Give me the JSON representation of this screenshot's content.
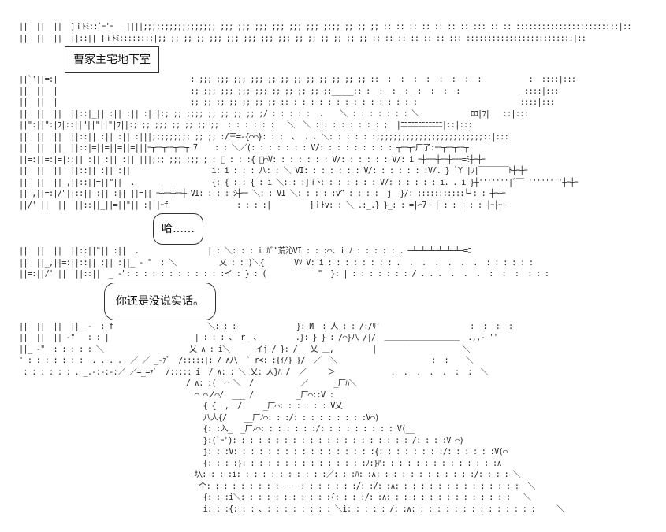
{
  "caption": "曹家主宅地下室",
  "bubble_1": "哈……",
  "bubble_2": "你还是没说实话。",
  "art": {
    "lines": [
      "||  ||  ||  ]ｉﾄﾐ::`ｰ'ｰ  _||||;;;;;;;;;;;;;;;;; ;;; ;;; ;;; ;;; ;;; ;;; ;;;; ;; ;; ;; :: :: :: :: :: :: :: ::: :: :: ::::::::::::::::::::::::|::",
      "||  ||  ||  ||::|| ]ｉﾄﾐ::::::::|;; ;; ;; ;; ;;; ;;; ;;; ;;; ;;; ;; ;; ;; ;; ;; ;; :: :: :: :: :: :: ::: :::::::::::::::::::::::::|::",
      "||`'||=:|                               : ;;; ;;; ;;; ;;; ;; ;; ;; ;; ;; ;; ;; ;; ::  :  :  :  :  :  :  :  :           :  ::::|:::",
      "||  ||  |                               :; ;;; ;;; ;;; ;;; ;; ;; ;; ;; ;;_____:: :  :  :  :  :  :  :  :               ::::|:::",
      "||  ||  |                               ;; ;; ;; ;; ;; ;; ;; :: : : : : : : : : : : : : : : :                        ::::|:::",
      "||  ||  ||  ||::|_|| :|| :|| :|||:; ;; ;;;; ;; ;; ;; ;; ;/ : : : : :  .    ＼ : : : : : : : ＼            ﾛﾛ|ﾌ|   ::|:::",
      "||\":||\":|ﾌ|::||\"||\"||\"|ﾌ||:; ;; ;;; ;; ;; ;; ;;  : : : : : :   ＼  ＼ : : : : : : : : ;  |ﾆﾆﾆﾆﾆﾆﾆﾆﾆﾆﾆﾆ|::|:::",
      "||  ||  ||  ||::|| :|| :|| :|||;;;;;;;;; ;; ;; :/三=-{⌒⌒}: : :  ､  . . ＼: : : : : :;;;;;;;;;;;;;;;;;;;;;;;;;::|:::",
      "||  ||  ||  ||::|=||=||=||=|||ｰ┬ｰｰ┬ｰｰ┬ｰｰ┬ 7    : : ＼／(: : : : : : : V/: : : : : : : : : ┬ｰｰ┬ｰ厂了:ｰｰ┬ｰｰ┬ｰｰ┬",
      "||=:||=:|=|::|| :|| :|| :||_|||;;; ;;; ;;; ; : ﾞ : : :{ ＼⌒V: : : : : : : V/: : : : : : V/: i_ｰ┼ｰｰｰ┼ｰｰ┼ｰｰｰ=ﾐ┼ｰ┼ｰ",
      "||  ||  ||  ||::|| :|| :||                   i: i : : : 八: : ＼ VI: : : : : : : V/: : : : : : :V/. } `Y |ﾌ|￣￣￣￣ﾄ┼ｰ┼ｰ",
      "||  ||  ||_,||::||=||\"||  .                  {: { : : { : i ＼: : :]ｉﾄ: : : : : : : V/: : : : : : i. . i }┼'''''''|ﾞ￣ ''''''''┼ｰ┼ｰ",
      "||_,||=:|/\"||::|| :|| :||_||=|||ｰ┼ｰｰ┼ｰｰ┼ VI: : : :_ｼ┼ｰｰ ＼: : VI ＼: : : : :v^ : : : : _j_ }/: :::::::::::└┘: : ┼ｰ┼ｰ",
      "||/' ||  ||  ||::||_||=||\"|| :|||ｰf                : : : :|         ]ｉﾄv: : ＼ .:_.} }_: : =|⌒7 ─┼─: : ┼ : : ┼ｰ┼ｰ┼",
      "||  ||  ||  ||::||\"|| :||  .                | : ＼: : : i ｶﾞ\"荒沁VI : : :⌒. i ﾉ : : : : : . ─┴─┴─┴─┴─┴─┴─=ﾆ",
      "||  ||_,||=:||::|| :|| :||_ - \"  : ＼          乂 : : )＼{       Vｿ V: i : : : : : : : : .  .  .  .  .  .  .  : : : : : :",
      "||=:||/' ||  ||::||  _ -\": : : : : : : : : : : :イ : } : (            \"  }: | : : : : : : : / . . .  .  .  .  :  :  :  : : :",
      "||  ||  ||  ||_ -  : f                      ＼: : :              }: И  : 人 : : /:/ﾘ'                     :  :  :  :",
      "||  ||  || -\"   : : |                    | : : : 、 r_ ､         .}: } } : /⌒}八 /|/  ＿＿＿＿＿＿＿＿＿＿ _.,,- ''",
      "||_ -\"  : : : : : ＼                    乂 ∧ : i＼      イj / }: /   乂 ＿,         |                    ＼",
      "' : : : : : : :  . . . .  ／ ／ _-ｧﾟ  /:::::|: / ∧八  ` r<: :{ｲ/} }/  ／  ＼                      :  :    ＼",
      " : : : : : : . _.-:-:-:／ ／=_=ｧﾟ  /::::: i  / ∧: : ＼ 乂: 人}ﾊ /  ／     ＞             .  .  .  .  .  :  :  ＼",
      "                                       / ∧: :(  ⌒ ＼  /           ／      _厂ﾊ＼",
      "                                         ⌒ ⌒ノ⌒/  ___ /          _厂⌒::V :",
      "                                           { {  ,  /     _厂⌒: : : : : : V乂",
      "                                           八人{/    __厂ﾉ⌒: : :/: : : : : : : : :V⌒)",
      "                                           {: :入_  _厂ﾉ⌒: : : : : : :/: : : : : : : : : V(__",
      "                                           }:(`ｰ'): : : : : : : : : : : : : : : : : : : : : /: : : :V ⌒)",
      "                                           j: : :V: : : : : : : : : : : : : : : : :{: : : : : : : :/: : : : : :V(⌒",
      "                                           {: : : :}: : : : : : : : : : : : : : :ﾉ:}ﾊ: : : : : : : : : : : : : :∧",
      "                                         圦: : : :i: : : : : : : : : : :／: : :ﾊ: :∧: : : : : : : : : : : :/: : : : ＼",
      "                                          个: : : : : : : : : ─ ─ : : : : : : :/: :/: :∧: : : : : : : : : : : : : : :  ＼",
      "                                           {: : :i＼: : : : : : : : : : :{: : : :/: :∧: : : : : : : : : : : : : : :   ＼",
      "                                           i: : :{: : : ､ : : : : : : : : ＼i: : : : : /: :∧: : : : : : : : : : : : : : :     ＼"
    ]
  }
}
